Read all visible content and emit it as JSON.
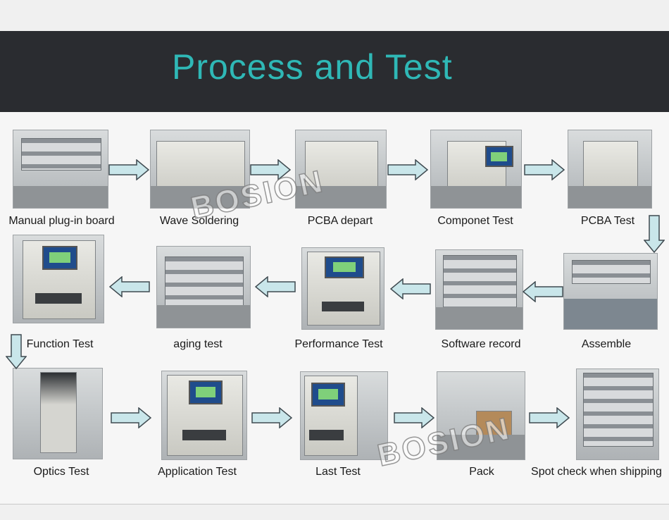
{
  "header": {
    "title": "Process and Test"
  },
  "watermark": "BOSION",
  "steps": [
    {
      "label": "Manual plug-in board"
    },
    {
      "label": "Wave Soldering"
    },
    {
      "label": "PCBA depart"
    },
    {
      "label": "Componet Test"
    },
    {
      "label": "PCBA Test"
    },
    {
      "label": "Function Test"
    },
    {
      "label": "aging test"
    },
    {
      "label": "Performance Test"
    },
    {
      "label": "Software record"
    },
    {
      "label": "Assemble"
    },
    {
      "label": "Optics Test"
    },
    {
      "label": "Application Test"
    },
    {
      "label": "Last Test"
    },
    {
      "label": "Pack"
    },
    {
      "label": "Spot check when shipping"
    }
  ],
  "colors": {
    "banner": "#2a2c30",
    "title": "#2fb8b6",
    "arrow_fill": "#c9e6ea",
    "arrow_stroke": "#3f4a50"
  }
}
